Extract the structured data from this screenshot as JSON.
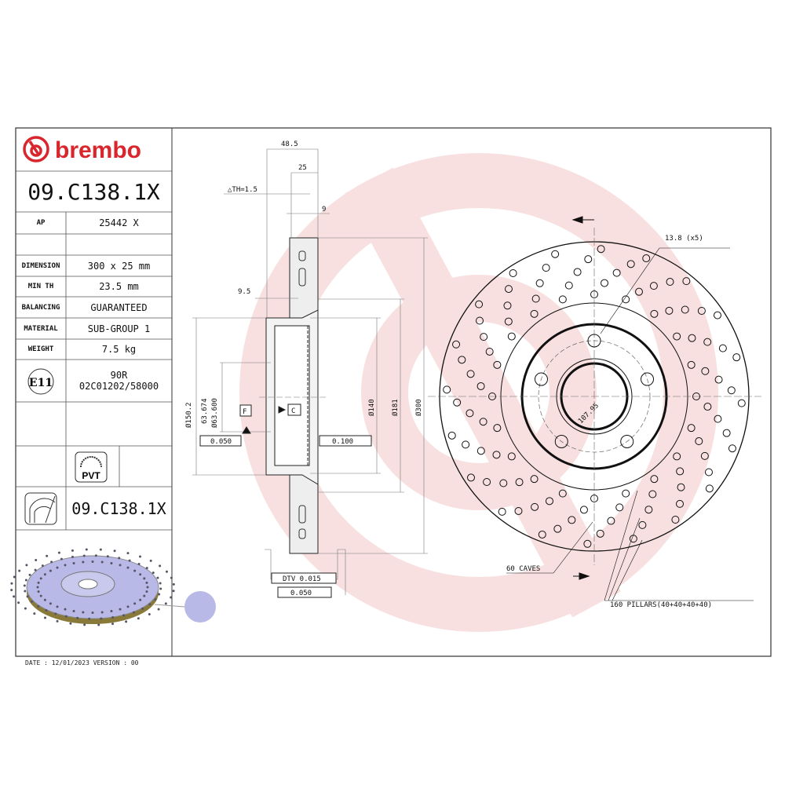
{
  "brand": "brembo",
  "part_number": "09.C138.1X",
  "specs": [
    {
      "label": "AP",
      "value": "25442 X"
    },
    {
      "label": "DIMENSION",
      "value": "300 x 25 mm"
    },
    {
      "label": "MIN TH",
      "value": "23.5 mm"
    },
    {
      "label": "BALANCING",
      "value": "GUARANTEED"
    },
    {
      "label": "MATERIAL",
      "value": "SUB-GROUP 1"
    },
    {
      "label": "WEIGHT",
      "value": "7.5 kg"
    }
  ],
  "approval": {
    "mark": "E11",
    "line1": "90R",
    "line2": "02C01202/58000"
  },
  "pvt_label": "PVT",
  "footer": "DATE : 12/01/2023 VERSION : 00",
  "dims": {
    "d48_5": "48.5",
    "d25": "25",
    "dth": "△TH=1.5",
    "d9": "9",
    "d9_5": "9.5",
    "d150": "Ø150.2",
    "d63a": "63.674",
    "d63b": "Ø63.600",
    "d140": "Ø140",
    "d181": "Ø181",
    "d300": "Ø300",
    "flat": "0.050",
    "par": "0.100",
    "datum_c": "C",
    "datum_f": "F",
    "dtv": "DTV 0.015",
    "runout": "0.050",
    "holes": "13.8 (x5)",
    "pcd": "107.95",
    "caves": "60 CAVES",
    "pillars": "160 PILLARS(40+40+40+40)"
  },
  "colors": {
    "brand": "#d9262c",
    "watermark": "#f7dcdc",
    "disc": "#b9b9e8"
  }
}
